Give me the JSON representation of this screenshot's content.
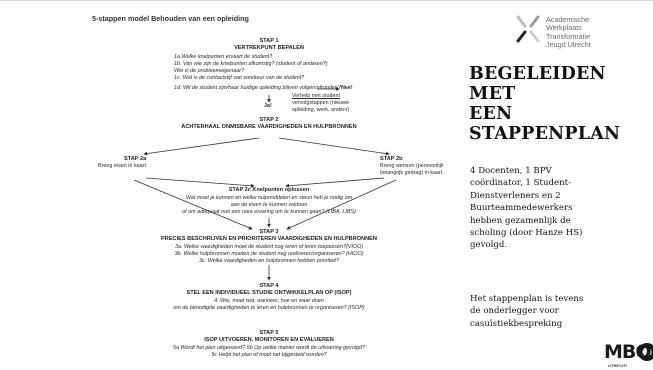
{
  "diagram": {
    "title": "5-stappen model Behouden van een opleiding",
    "stap1": {
      "label": "STAP 1",
      "heading": "VERTREKPUNT BEPALEN",
      "lines": [
        "1a.Welke knelpunten ervaart de student?",
        "1b. Van wie zijn de knelpunten afkomstig? (student of anderen?)",
        "Wie is de probleemeigenaar?",
        "1c. Wat is de contactstijl van voorkeur van de student?",
        "1d. Wil de student zijn/haar huidige opleiding blijven volgen/afronden?"
      ],
      "nee_label": "Nee!",
      "nee_text": [
        "Verhelp met student",
        "vervolgstappen (nieuwe",
        "opleiding, werk, anders)"
      ],
      "ja_label": "Ja!"
    },
    "stap2": {
      "label": "STAP 2",
      "heading": "ACHTERHAAL ONMISBARE VAARDIGHEDEN EN HULPBRONNEN",
      "a_label": "STAP 2a",
      "a_text": "Breng eisen in kaart.",
      "b_label": "STAP 2b",
      "b_text": [
        "Breng wensen (persoonlijk",
        "belangrijk gedrag) in kaart."
      ],
      "c_label": "STAP 2c Knelpunten oplossen",
      "c_text": [
        "Wat moet je kunnen en welke hulpmiddelen en steun heb je nodig om",
        "aan de eisen te kunnen voldoen",
        "of om adequaat met een nare ervaring om te kunnen gaan? (LIBA, LIBS)"
      ]
    },
    "stap3": {
      "label": "STAP 3",
      "heading": "PRECIES BESCHRIJVEN EN PRIORITEREN VAARDIGHEDEN EN HULPBRONNEN",
      "lines": [
        "3a. Welke vaardigheden moet de student nog leren of leren toepassen?(VIOO)",
        "3b. Welke hulpbronnen moeten de student nog realiseren/organiseren? (HIOO)",
        "3c. Welke vaardigheden en hulpbronnen hebben prioriteit?"
      ]
    },
    "stap4": {
      "label": "STAP 4",
      "heading": "STEL EEN INDIVIDUEEL STUDIE ONTWIKKELPLAN OP (ISOP)",
      "lines": [
        "4. Wie, moet wat, wanneer, hoe en waar doen",
        "om de benodigde vaardigheden te leren en hulpbronnen te organiseren? (ISOP)"
      ]
    },
    "stap5": {
      "label": "STAP 5",
      "heading": "ISOP UITVOEREN, MONITOREN EN EVALUEREN",
      "lines": [
        "5a Wordt het plan uitgevoerd? 5b Op welke manier wordt de uitvoering gevolgd?",
        "5c Helpt het plan of moet het bijgesteld worden?"
      ]
    }
  },
  "logo": {
    "lines": [
      "Academische",
      "Werkplaats",
      "Transformatie",
      "Jeugd Utrecht"
    ]
  },
  "heading_lines": [
    "BEGELEIDEN MET",
    "EEN",
    "STAPPENPLAN"
  ],
  "body1_lines": [
    "4 Docenten, 1 BPV",
    "coördinator, 1 Student-",
    "Dienstverleners en 2",
    "Buurteammedewerkers",
    "hebben gezamenlijk de",
    "scholing (door Hanze HS)",
    "gevolgd."
  ],
  "body2_lines": [
    "Het stappenplan is tevens",
    "de onderlegger voor",
    "casuïstiekbespreking"
  ],
  "mbo_logo": {
    "mark": "MBO",
    "sub": "UTRECHT"
  }
}
